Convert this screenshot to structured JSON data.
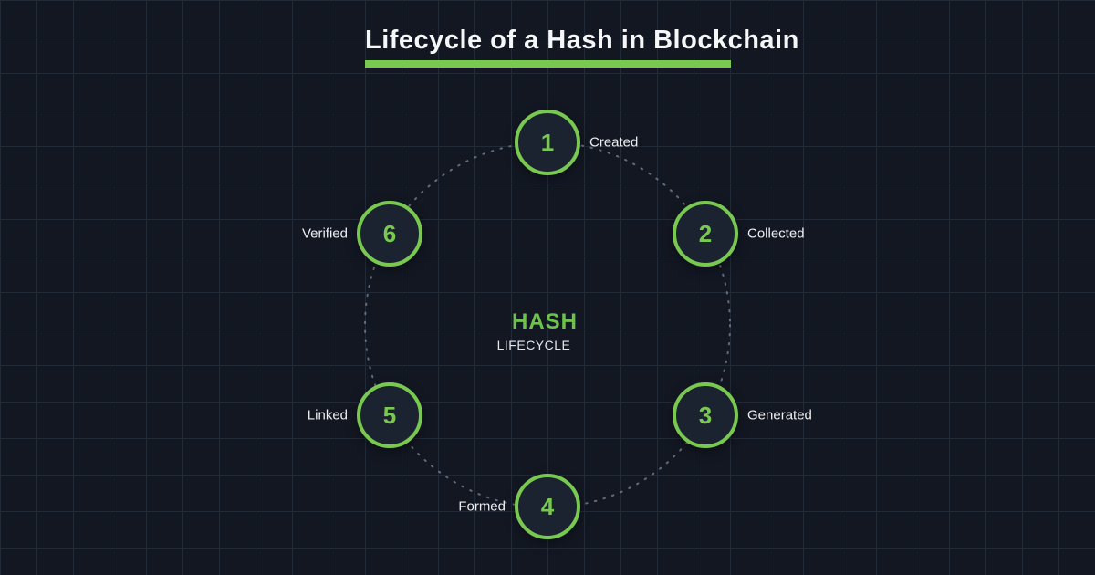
{
  "page": {
    "title": "Lifecycle of a Hash in Blockchain"
  },
  "center": {
    "title": "HASH",
    "subtitle": "LIFECYCLE"
  },
  "steps": [
    {
      "number": "1",
      "label": "Created"
    },
    {
      "number": "2",
      "label": "Collected"
    },
    {
      "number": "3",
      "label": "Generated"
    },
    {
      "number": "4",
      "label": "Formed"
    },
    {
      "number": "5",
      "label": "Linked"
    },
    {
      "number": "6",
      "label": "Verified"
    }
  ],
  "colors": {
    "accent_green": "#79c850",
    "background": "#131722",
    "grid_line": "#222a38",
    "node_fill": "#1c2330",
    "label_text": "#eceef1",
    "ring_dots": "#7e8794"
  }
}
